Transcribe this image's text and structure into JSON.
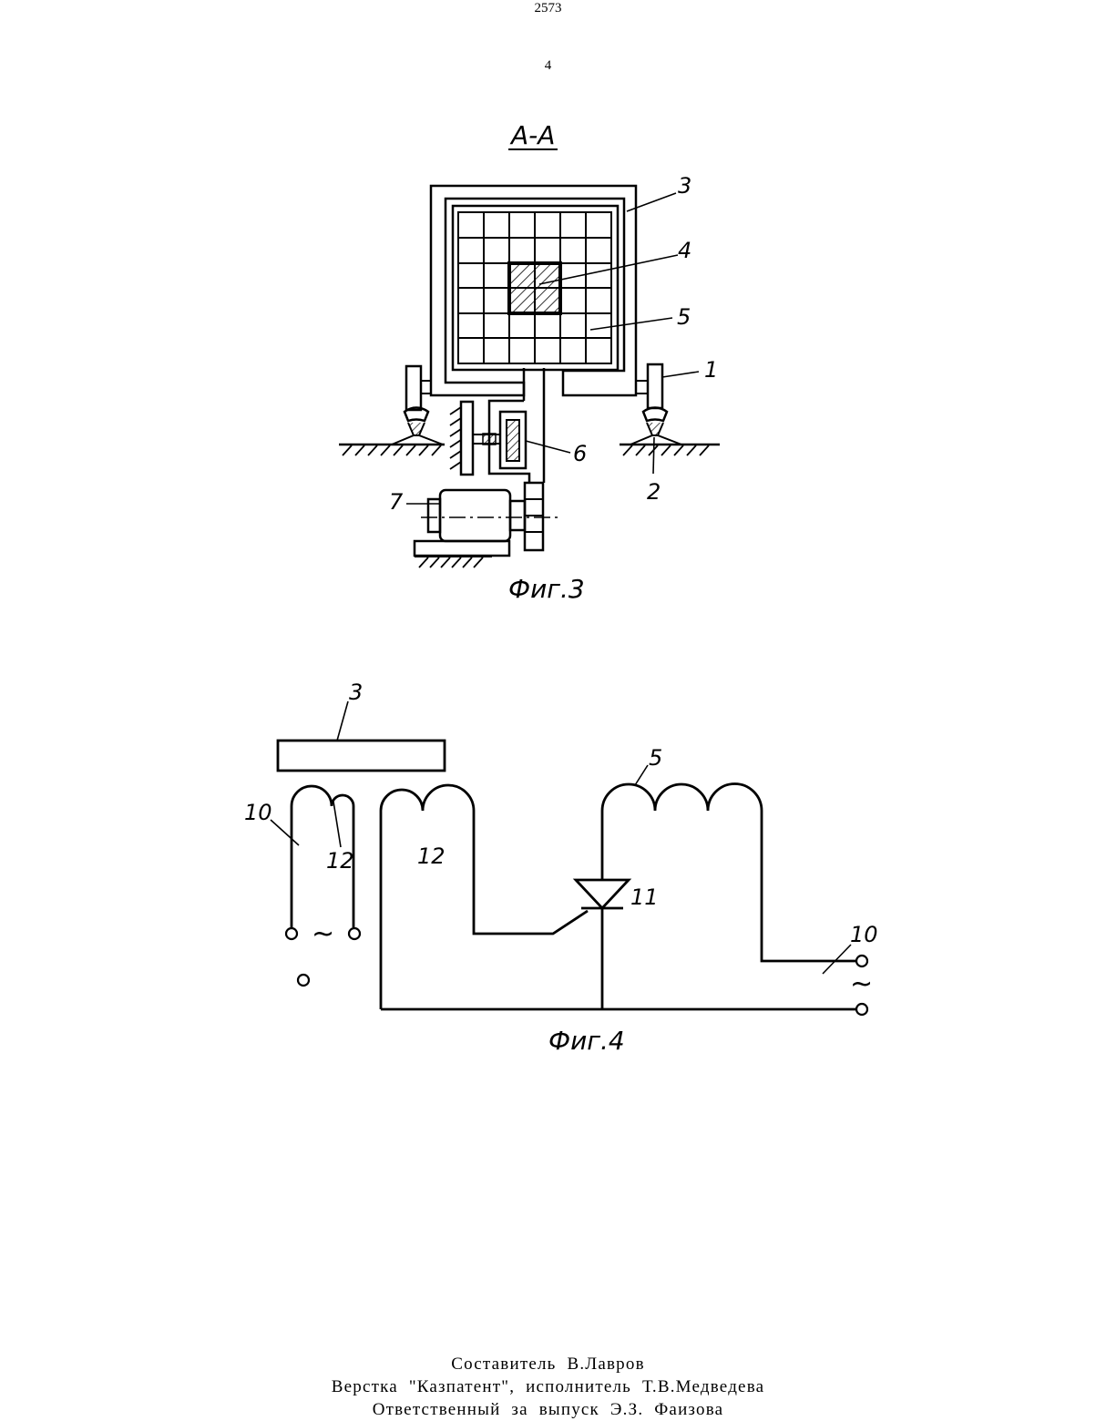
{
  "header": {
    "page_number": "2573",
    "sheet_number": "4"
  },
  "fig3": {
    "section_label": "А-А",
    "caption": "Фиг.3",
    "callouts": {
      "c1": "1",
      "c2": "2",
      "c3": "3",
      "c4": "4",
      "c5": "5",
      "c6": "6",
      "c7": "7"
    }
  },
  "fig4": {
    "caption": "Фиг.4",
    "ac_symbol": "~",
    "callouts": {
      "c3": "3",
      "c5": "5",
      "c10_left": "10",
      "c10_right": "10",
      "c11": "11",
      "c12_left": "12",
      "c12_right": "12"
    }
  },
  "footer": {
    "compiler": "Составитель    В.Лавров",
    "layout": "Верстка \"Казпатент\",  исполнитель  Т.В.Медведева",
    "responsible": "Ответственный  за  выпуск  Э.З.  Фаизова"
  }
}
